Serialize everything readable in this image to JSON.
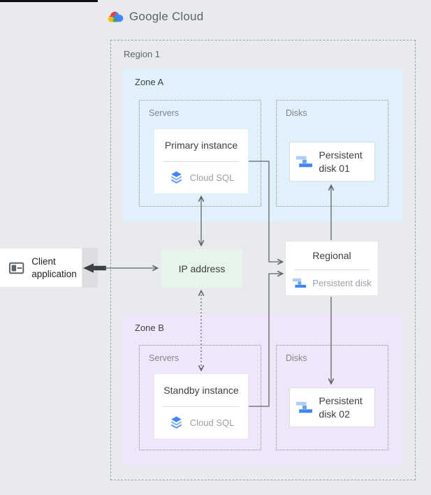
{
  "logo": {
    "text": "Google Cloud",
    "icon": "google-cloud-logo"
  },
  "region": {
    "label": "Region 1"
  },
  "zones": {
    "a": {
      "label": "Zone A",
      "servers_label": "Servers",
      "disks_label": "Disks"
    },
    "b": {
      "label": "Zone B",
      "servers_label": "Servers",
      "disks_label": "Disks"
    }
  },
  "cards": {
    "primary": {
      "title": "Primary instance",
      "product": "Cloud SQL",
      "icon": "cloud-sql-icon"
    },
    "standby": {
      "title": "Standby instance",
      "product": "Cloud SQL",
      "icon": "cloud-sql-icon"
    },
    "disk01": {
      "label": "Persistent disk 01",
      "icon": "persistent-disk-icon"
    },
    "disk02": {
      "label": "Persistent disk 02",
      "icon": "persistent-disk-icon"
    },
    "regional": {
      "title": "Regional",
      "product": "Persistent disk",
      "icon": "persistent-disk-icon"
    },
    "ip": {
      "label": "IP address"
    },
    "client": {
      "label": "Client application",
      "icon": "client-app-icon"
    }
  },
  "colors": {
    "zone_a_fill": "#E1F1FB",
    "zone_b_fill": "#F0E6F9",
    "ip_fill": "#E6F4EA",
    "arrow_gray": "#5F6368",
    "blue": "#4285F4",
    "light_blue": "#AECBFA",
    "mid_blue": "#669DF6",
    "logo_red": "#EA4335",
    "logo_yellow": "#FBBC04",
    "logo_green": "#34A853"
  }
}
